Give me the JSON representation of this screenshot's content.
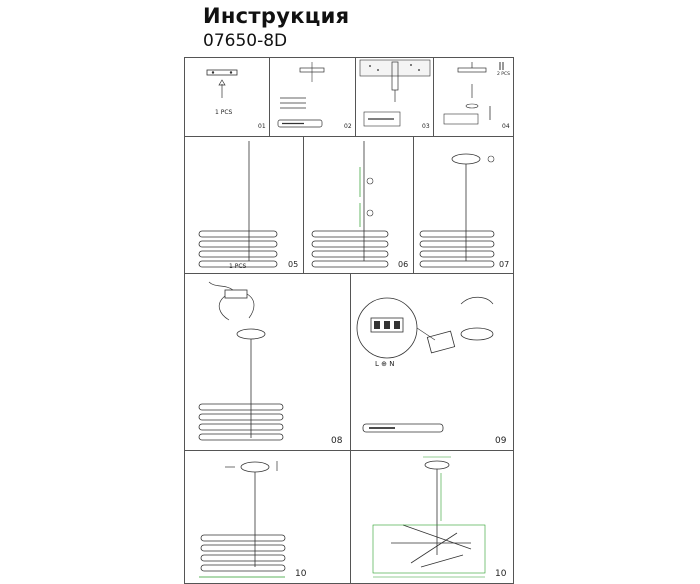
{
  "header": {
    "title": "Инструкция",
    "model": "07650-8D"
  },
  "steps": {
    "s1": {
      "number": "01",
      "qty": "1 PCS"
    },
    "s2": {
      "number": "02"
    },
    "s3": {
      "number": "03"
    },
    "s4": {
      "number": "04",
      "qty": "2 PCS"
    },
    "s5": {
      "number": "05",
      "qty": "1 PCS"
    },
    "s6": {
      "number": "06"
    },
    "s7": {
      "number": "07"
    },
    "s8": {
      "number": "08"
    },
    "s9": {
      "number": "09",
      "terminal_labels": "L ⊕ N"
    },
    "s10a": {
      "number": "10"
    },
    "s10b": {
      "number": "10"
    }
  },
  "colors": {
    "line": "#333333",
    "dimension": "#2a9d2a",
    "border": "#555555"
  }
}
